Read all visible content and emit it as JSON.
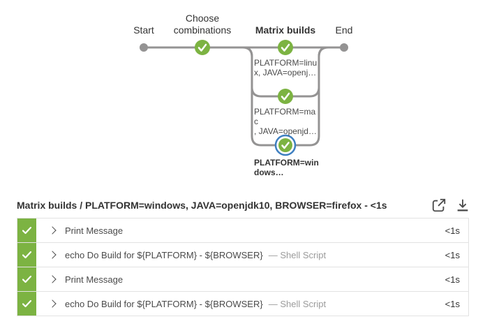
{
  "colors": {
    "success": "#7CB342",
    "ring": "#3E7FC1",
    "connector": "#949393"
  },
  "pipeline": {
    "stages": [
      {
        "label": "Start"
      },
      {
        "label": "Choose combinations"
      },
      {
        "label": "Matrix builds"
      },
      {
        "label": "End"
      }
    ],
    "branches": [
      {
        "lines": [
          "PLATFORM=linu",
          "x, JAVA=openj…"
        ],
        "selected": false
      },
      {
        "lines": [
          "PLATFORM=mac",
          ", JAVA=openjd…"
        ],
        "selected": false
      },
      {
        "lines": [
          "PLATFORM=win",
          "dows…"
        ],
        "selected": true
      }
    ]
  },
  "result_header": {
    "title": "Matrix builds / PLATFORM=windows, JAVA=openjdk10, BROWSER=firefox - <1s"
  },
  "icons": {
    "open": "open-in-new-icon",
    "download": "download-icon",
    "chevron": "chevron-right-icon",
    "check": "check-icon"
  },
  "steps": [
    {
      "label": "Print Message",
      "meta": "",
      "duration": "<1s"
    },
    {
      "label": "echo Do Build for ${PLATFORM} - ${BROWSER}",
      "meta": "— Shell Script",
      "duration": "<1s"
    },
    {
      "label": "Print Message",
      "meta": "",
      "duration": "<1s"
    },
    {
      "label": "echo Do Build for ${PLATFORM} - ${BROWSER}",
      "meta": "— Shell Script",
      "duration": "<1s"
    }
  ]
}
